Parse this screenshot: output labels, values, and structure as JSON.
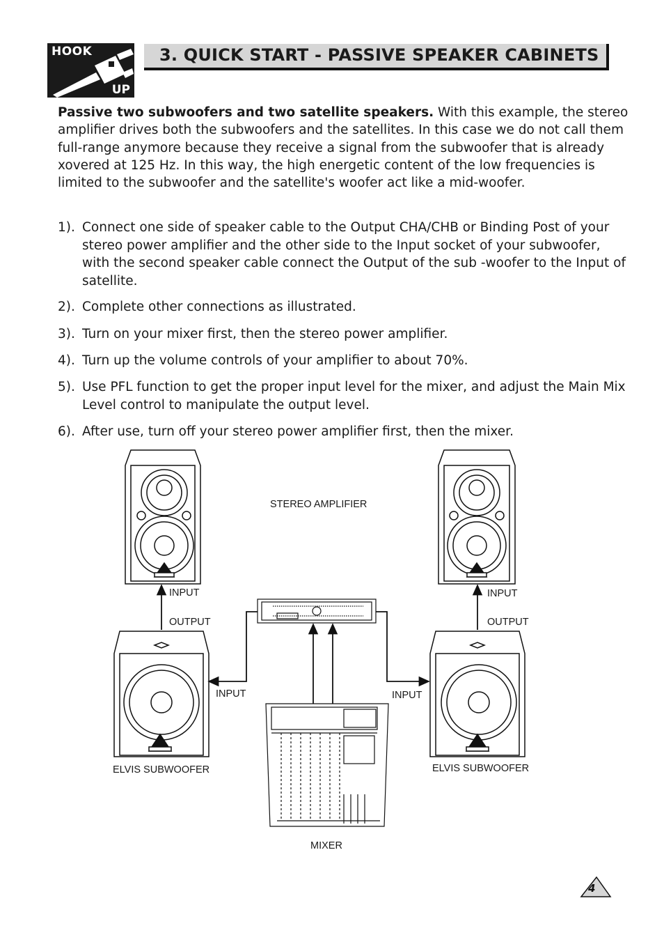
{
  "badge": {
    "top": "HOOK",
    "bottom": "UP"
  },
  "header": {
    "title": "3. QUICK START - PASSIVE SPEAKER CABINETS"
  },
  "intro": {
    "lead": "Passive two subwoofers and two satellite speakers.",
    "body": " With this example, the stereo amplifier drives both the subwoofers and the satellites. In this case we do not call them full-range anymore because they receive a signal from the subwoofer that is already xovered at 125 Hz. In this way, the high energetic content of the low frequencies is limited to the subwoofer and the satellite's woofer act like a mid-woofer."
  },
  "steps": [
    {
      "num": "1).",
      "text": "Connect one side of speaker cable to the Output CHA/CHB or Binding Post of your stereo power amplifier and the other side to the Input socket of your subwoofer, with the second speaker cable connect the Output of the sub -woofer to the Input of satellite."
    },
    {
      "num": "2).",
      "text": "Complete other connections as illustrated."
    },
    {
      "num": "3).",
      "text": "Turn on your mixer first, then the stereo power amplifier."
    },
    {
      "num": "4).",
      "text": "Turn up the volume controls of your amplifier to about 70%."
    },
    {
      "num": "5).",
      "text": "Use PFL function to get the proper input level for the mixer, and adjust the Main Mix Level control to manipulate the output level."
    },
    {
      "num": "6).",
      "text": "After use, turn off your stereo power amplifier first, then the mixer."
    }
  ],
  "diagram": {
    "amp_label": "STEREO AMPLIFIER",
    "left_sat_input": "INPUT",
    "left_sub_output": "OUTPUT",
    "left_sub_input": "INPUT",
    "left_sub_label": "ELVIS SUBWOOFER",
    "right_sat_input": "INPUT",
    "right_sub_output": "OUTPUT",
    "right_sub_input": "INPUT",
    "right_sub_label": "ELVIS SUBWOOFER",
    "mixer_label": "MIXER"
  },
  "footer": {
    "page": "4"
  }
}
